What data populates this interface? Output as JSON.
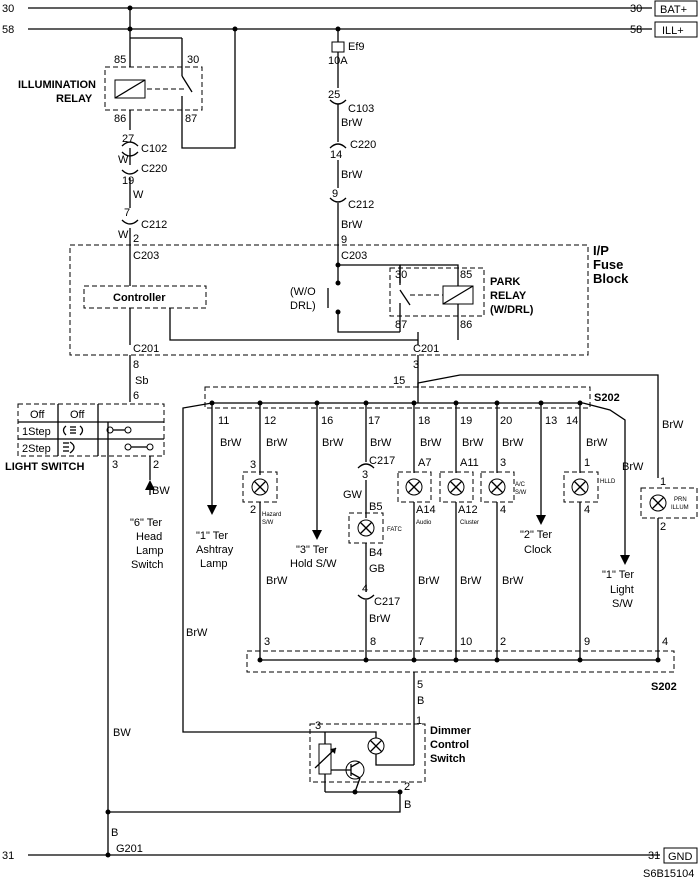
{
  "rails": {
    "bat": {
      "left_num": "30",
      "right_num": "30",
      "tag": "BAT+"
    },
    "ill": {
      "left_num": "58",
      "right_num": "58",
      "tag": "ILL+"
    },
    "gnd": {
      "left_num": "31",
      "right_num": "31",
      "tag": "GND"
    }
  },
  "illum_relay": {
    "name1": "ILLUMINATION",
    "name2": "RELAY",
    "p85": "85",
    "p30": "30",
    "p86": "86",
    "p87": "87"
  },
  "left_wire": {
    "c102_pin": "27",
    "c102": "C102",
    "w1": "W",
    "c220_pin": "19",
    "c220": "C220",
    "w2": "W",
    "c212_pin": "7",
    "c212": "C212",
    "w3": "W",
    "c203_pin": "2",
    "c203": "C203"
  },
  "fuse_path": {
    "fuse": "Ef9",
    "amp": "10A",
    "c103_pin": "25",
    "c103": "C103",
    "brw1": "BrW",
    "c220_pin": "14",
    "c220": "C220",
    "brw2": "BrW",
    "c212_pin": "9",
    "c212": "C212",
    "brw3": "BrW",
    "c203_pin": "9",
    "c203": "C203"
  },
  "ip_block": {
    "line1": "I/P",
    "line2": "Fuse",
    "line3": "Block",
    "controller": "Controller",
    "wo1": "(W/O",
    "wo2": "DRL)",
    "park1": "PARK",
    "park2": "RELAY",
    "park3": "(W/DRL)",
    "p30": "30",
    "p85": "85",
    "p87": "87",
    "p86": "86",
    "c201_left": "C201",
    "c201_right": "C201",
    "c201_right_pin": "3",
    "left_pin": "8"
  },
  "light_switch": {
    "name": "LIGHT SWITCH",
    "row_off": "Off",
    "row_1": "1Step",
    "row_2": "2Step",
    "col_off": "Off",
    "sb": "Sb",
    "pin6": "6",
    "pin3": "3",
    "pin2": "2"
  },
  "head_lamp": {
    "bw": "BW",
    "l1": "\"6\" Ter",
    "l2": "Head",
    "l3": "Lamp",
    "l4": "Switch"
  },
  "s202_top": {
    "label": "S202",
    "pin15": "15"
  },
  "branches": [
    {
      "pin": "11",
      "wire": "BrW"
    },
    {
      "pin": "12",
      "wire": "BrW"
    },
    {
      "pin": "16",
      "wire": "BrW"
    },
    {
      "pin": "17",
      "wire": "BrW"
    },
    {
      "pin": "18",
      "wire": "BrW"
    },
    {
      "pin": "19",
      "wire": "BrW"
    },
    {
      "pin": "20",
      "wire": "BrW"
    },
    {
      "pin": "13",
      "wire": ""
    },
    {
      "pin": "14",
      "wire": "BrW"
    }
  ],
  "ashtray": {
    "l1": "\"1\" Ter",
    "l2": "Ashtray",
    "l3": "Lamp"
  },
  "hazard": {
    "pin_top": "3",
    "pin_bot": "2",
    "label1": "Hazard",
    "label2": "S/W",
    "wire": "BrW"
  },
  "hold": {
    "l1": "\"3\" Ter",
    "l2": "Hold S/W"
  },
  "fatc": {
    "c217_top": "C217",
    "pin3": "3",
    "gw": "GW",
    "b5": "B5",
    "label": "FATC",
    "b4": "B4",
    "gb": "GB",
    "pin4": "4",
    "c217_bot": "C217",
    "wire": "BrW"
  },
  "audio": {
    "a7": "A7",
    "a14": "A14",
    "label": "Audio",
    "wire": "BrW"
  },
  "cluster": {
    "a11": "A11",
    "a12": "A12",
    "label": "Cluster",
    "wire": "BrW"
  },
  "ac": {
    "pin_top": "3",
    "pin_bot": "4",
    "label1": "A/C",
    "label2": "S/W",
    "wire": "BrW"
  },
  "clock": {
    "l1": "\"2\" Ter",
    "l2": "Clock"
  },
  "hlld": {
    "pin_top": "1",
    "pin_bot": "4",
    "label": "HLLD"
  },
  "light_sw": {
    "wire": "BrW",
    "l1": "\"1\" Ter",
    "l2": "Light",
    "l3": "S/W"
  },
  "prn": {
    "wire": "BrW",
    "pin_top": "1",
    "pin_bot": "2",
    "label1": "PRN",
    "label2": "ILLUM"
  },
  "s202_bottom": {
    "label": "S202",
    "pins": [
      "3",
      "8",
      "7",
      "10",
      "2",
      "9",
      "4"
    ],
    "pin5": "5",
    "b": "B"
  },
  "dimmer": {
    "name1": "Dimmer",
    "name2": "Control",
    "name3": "Switch",
    "pin3": "3",
    "pin1": "1",
    "pin2": "2",
    "brw": "BrW",
    "b": "B"
  },
  "ground": {
    "bw": "BW",
    "b": "B",
    "g201": "G201"
  },
  "footer": {
    "code": "S6B15104"
  }
}
